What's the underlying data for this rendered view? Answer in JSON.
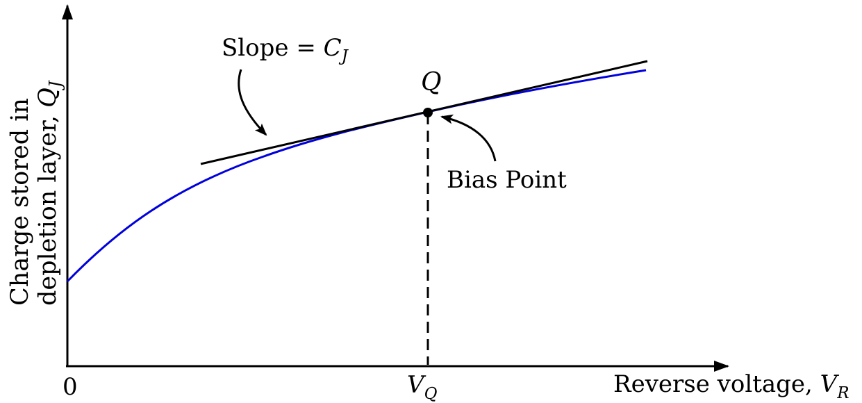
{
  "diagram": {
    "y_axis_label_line1": "Charge stored in",
    "y_axis_label_line2_text": "depletion layer, ",
    "y_axis_label_symbol": "Q",
    "y_axis_label_subscript": "J",
    "x_axis_label_text": "Reverse voltage, ",
    "x_axis_label_symbol": "V",
    "x_axis_label_subscript": "R",
    "origin_label": "0",
    "vq_label_symbol": "V",
    "vq_label_subscript": "Q",
    "point_label": "Q",
    "slope_label_text": "Slope = ",
    "slope_label_symbol": "C",
    "slope_label_subscript": "J",
    "bias_point_label": "Bias Point",
    "colors": {
      "curve": "#0000dd",
      "axes": "#000000",
      "tangent": "#000000"
    }
  }
}
